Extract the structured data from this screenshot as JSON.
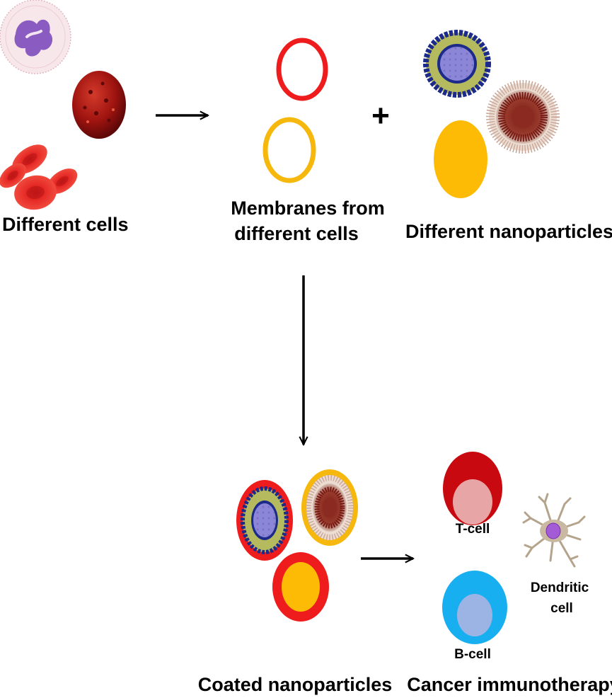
{
  "labels": {
    "different_cells": "Different cells",
    "membranes_line1": "Membranes from",
    "membranes_line2": "different cells",
    "different_nanoparticles": "Different nanoparticles",
    "coated_nanoparticles": "Coated nanoparticles",
    "cancer_immunotherapy": "Cancer immunotherapy",
    "t_cell": "T-cell",
    "b_cell": "B-cell",
    "dendritic_line1": "Dendritic",
    "dendritic_line2": "cell"
  },
  "plus_symbol": "+",
  "colors": {
    "membrane_red": "#ee1c1c",
    "membrane_yellow": "#f6b80d",
    "nanoparticle_yellow": "#fdbb05",
    "liposome_blue": "#1c2a8a",
    "liposome_olive": "#b6ba5e",
    "liposome_core": "#8c86d6",
    "t_cell_outer": "#c8090f",
    "t_cell_nucleus": "#e8a5a5",
    "b_cell_outer": "#18aff0",
    "b_cell_nucleus": "#9bb4e4",
    "dendritic_body": "#c9b9a3",
    "dendritic_nucleus": "#a45bd6",
    "red_blood_cell": "#e32624",
    "tumor_cell": "#a81412",
    "white_blood_cell_nucleus": "#8a5bc0"
  }
}
